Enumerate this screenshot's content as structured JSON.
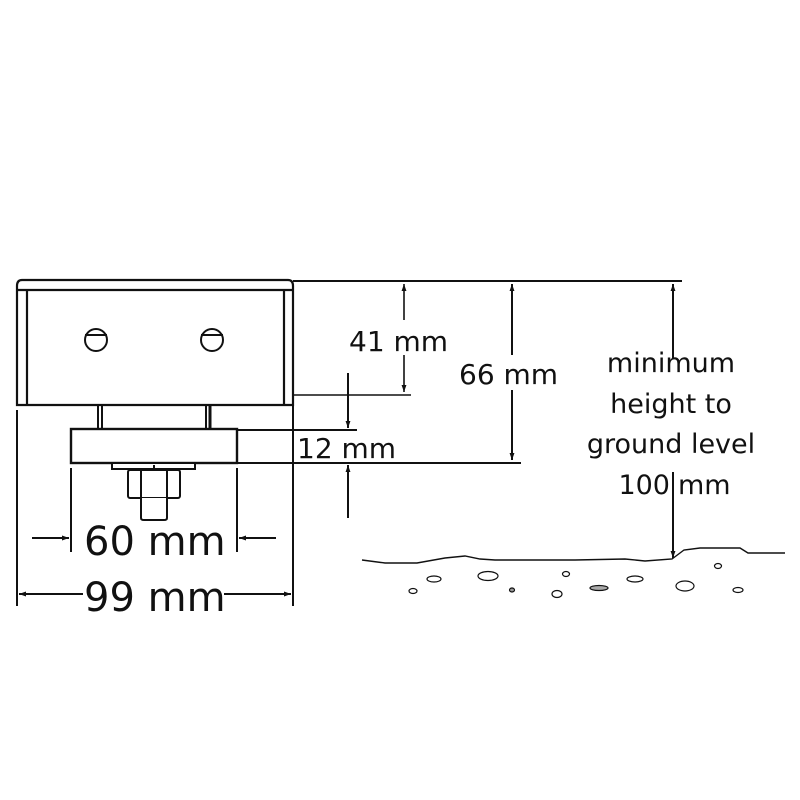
{
  "diagram": {
    "type": "technical-dimension-drawing",
    "colors": {
      "line": "#111111",
      "background": "#ffffff",
      "pebble_fill": "#aaaaaa"
    },
    "dimensions": {
      "housing_height": {
        "label": "41 mm",
        "value": 41,
        "unit": "mm"
      },
      "total_height": {
        "label": "66 mm",
        "value": 66,
        "unit": "mm"
      },
      "base_plate_height": {
        "label": "12 mm",
        "value": 12,
        "unit": "mm"
      },
      "base_plate_width": {
        "label": "60 mm",
        "value": 60,
        "unit": "mm"
      },
      "total_width": {
        "label": "99 mm",
        "value": 99,
        "unit": "mm"
      }
    },
    "ground_clearance": {
      "lines": [
        "minimum",
        "height to",
        "ground level",
        "100",
        "mm"
      ],
      "value": 100,
      "unit": "mm"
    }
  }
}
